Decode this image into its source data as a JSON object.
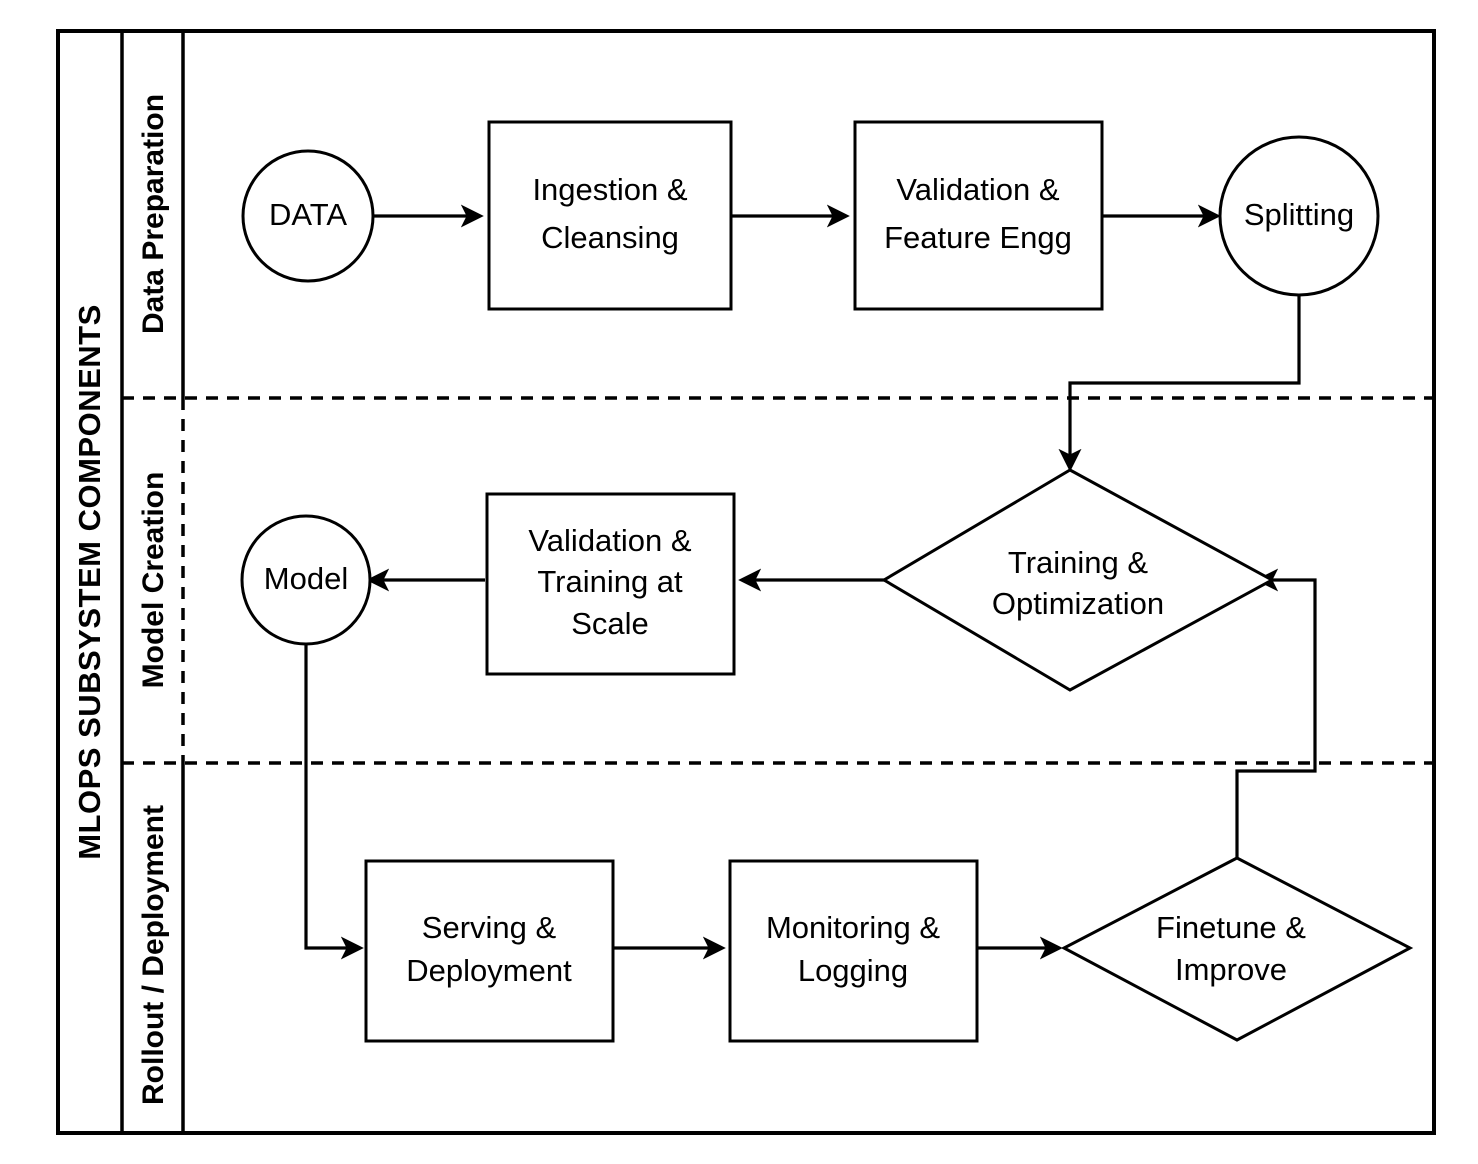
{
  "diagram": {
    "title": "MLOPS SUBSYSTEM COMPONENTS",
    "lanes": [
      {
        "id": "data-preparation",
        "label": "Data Preparation"
      },
      {
        "id": "model-creation",
        "label": "Model Creation"
      },
      {
        "id": "rollout-deployment",
        "label": "Rollout / Deployment"
      }
    ],
    "nodes": {
      "data": {
        "label": "DATA",
        "shape": "circle"
      },
      "ingestion": {
        "line1": "Ingestion &",
        "line2": "Cleansing",
        "shape": "rect"
      },
      "validation_fe": {
        "line1": "Validation &",
        "line2": "Feature Engg",
        "shape": "rect"
      },
      "splitting": {
        "label": "Splitting",
        "shape": "circle"
      },
      "model": {
        "label": "Model",
        "shape": "circle"
      },
      "validation_training": {
        "line1": "Validation &",
        "line2": "Training at",
        "line3": "Scale",
        "shape": "rect"
      },
      "training_opt": {
        "line1": "Training &",
        "line2": "Optimization",
        "shape": "diamond"
      },
      "serving": {
        "line1": "Serving &",
        "line2": "Deployment",
        "shape": "rect"
      },
      "monitoring": {
        "line1": "Monitoring &",
        "line2": "Logging",
        "shape": "rect"
      },
      "finetune": {
        "line1": "Finetune &",
        "line2": "Improve",
        "shape": "diamond"
      }
    },
    "colors": {
      "stroke": "#000000",
      "fill": "#ffffff",
      "background": "#ffffff"
    }
  }
}
